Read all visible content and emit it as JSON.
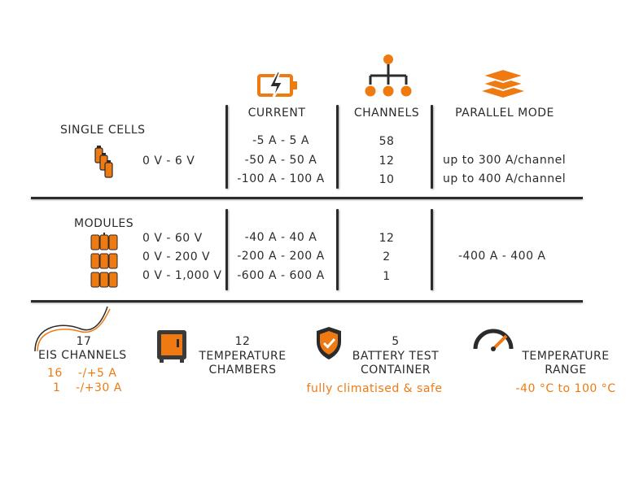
{
  "header": {
    "current": "CURRENT",
    "channels": "CHANNELS",
    "parallel": "PARALLEL MODE"
  },
  "single_cells": {
    "label": "SINGLE CELLS",
    "voltage": "0 V - 6 V",
    "currents": [
      "-5 A - 5 A",
      "-50 A - 50 A",
      "-100 A - 100 A"
    ],
    "channels": [
      "58",
      "12",
      "10"
    ],
    "parallel": [
      "up to 300 A/channel",
      "up to 400 A/channel"
    ]
  },
  "modules": {
    "label": "MODULES",
    "voltages": [
      "0 V - 60 V",
      "0 V - 200 V",
      "0 V - 1,000 V"
    ],
    "currents": [
      "-40 A - 40 A",
      "-200 A - 200 A",
      "-600 A - 600 A"
    ],
    "channels": [
      "12",
      "2",
      "1"
    ],
    "parallel": "-400 A - 400 A"
  },
  "features": {
    "eis": {
      "count": "17",
      "label": "EIS CHANNELS",
      "rows": [
        [
          "16",
          "-/+5 A"
        ],
        [
          "1",
          "-/+30 A"
        ]
      ]
    },
    "chambers": {
      "count": "12",
      "line1": "TEMPERATURE",
      "line2": "CHAMBERS"
    },
    "container": {
      "count": "5",
      "line1": "BATTERY TEST",
      "line2": "CONTAINER",
      "note": "fully climatised & safe"
    },
    "range": {
      "line1": "TEMPERATURE",
      "line2": "RANGE",
      "value": "-40 °C to 100 °C"
    }
  },
  "colors": {
    "accent": "#f07a12",
    "text": "#2b2b2b"
  },
  "icons": [
    "battery-charging-icon",
    "hierarchy-icon",
    "layers-icon",
    "cells-icon",
    "modules-icon",
    "eis-curve-icon",
    "chamber-icon",
    "shield-check-icon",
    "gauge-icon"
  ]
}
